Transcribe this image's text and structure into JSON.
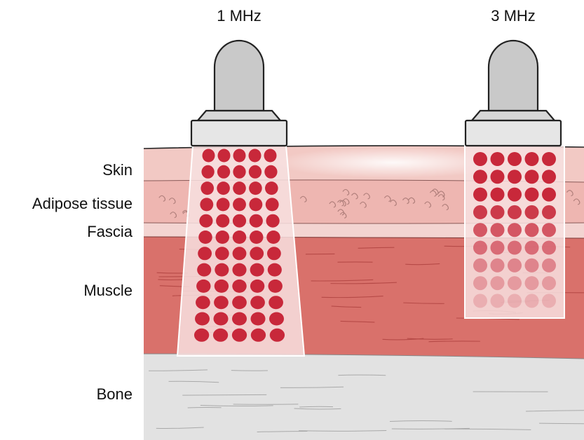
{
  "transducers": [
    {
      "id": "low",
      "frequency_label": "1 MHz",
      "penetration": "deep"
    },
    {
      "id": "high",
      "frequency_label": "3 MHz",
      "penetration": "superficial"
    }
  ],
  "layers": [
    {
      "id": "skin",
      "label": "Skin",
      "color": "#f2c9c4"
    },
    {
      "id": "adipose",
      "label": "Adipose tissue",
      "color": "#eeb8b4"
    },
    {
      "id": "fascia",
      "label": "Fascia",
      "color": "#f3d2cf"
    },
    {
      "id": "muscle",
      "label": "Muscle",
      "color": "#d9706b"
    },
    {
      "id": "bone",
      "label": "Bone",
      "color": "#e3e3e3"
    }
  ],
  "colors": {
    "dot": "#c8283a",
    "probe_head": "#c9c9c9",
    "probe_collar": "#e4e4e4",
    "outline": "#222222",
    "beam_fill": "#f6dede"
  }
}
